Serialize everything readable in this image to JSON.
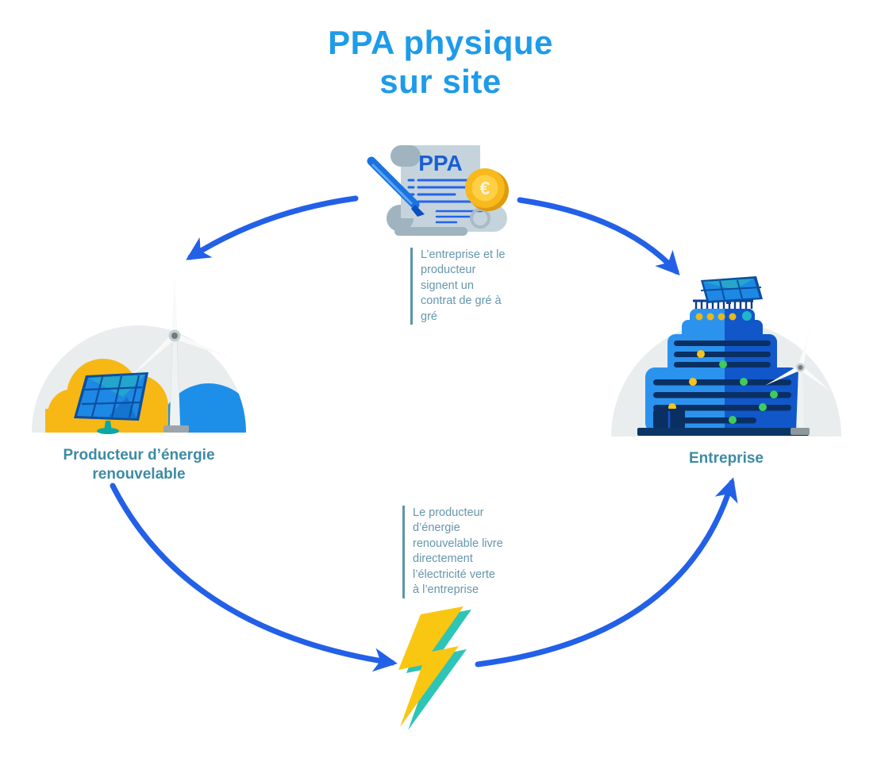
{
  "title": {
    "line1": "PPA physique",
    "line2": "sur site"
  },
  "contract": {
    "doc_label": "PPA",
    "coin_symbol": "€",
    "caption": "L’entreprise et le producteur signent un contrat de gré à gré"
  },
  "producer": {
    "label": "Producteur d’énergie renouvelable"
  },
  "enterprise": {
    "label": "Entreprise"
  },
  "delivery": {
    "caption": "Le producteur d’énergie renouvelable livre directement l’électricité verte à l’entreprise"
  },
  "colors": {
    "title_blue": "#1E9BE9",
    "arrow_blue": "#2360E8",
    "label_teal": "#3D8BA3",
    "caption_text": "#6596AC",
    "bolt_yellow": "#F9C712",
    "bolt_teal": "#2EC4B6",
    "coin_gold": "#F5B40F",
    "scroll_gray": "#C5D4DC",
    "dome_gray": "#E9EDEE",
    "building_light": "#2B93EE",
    "building_dark": "#1157C9",
    "window_yellow": "#F6C21E",
    "window_green": "#3FCB5E"
  }
}
